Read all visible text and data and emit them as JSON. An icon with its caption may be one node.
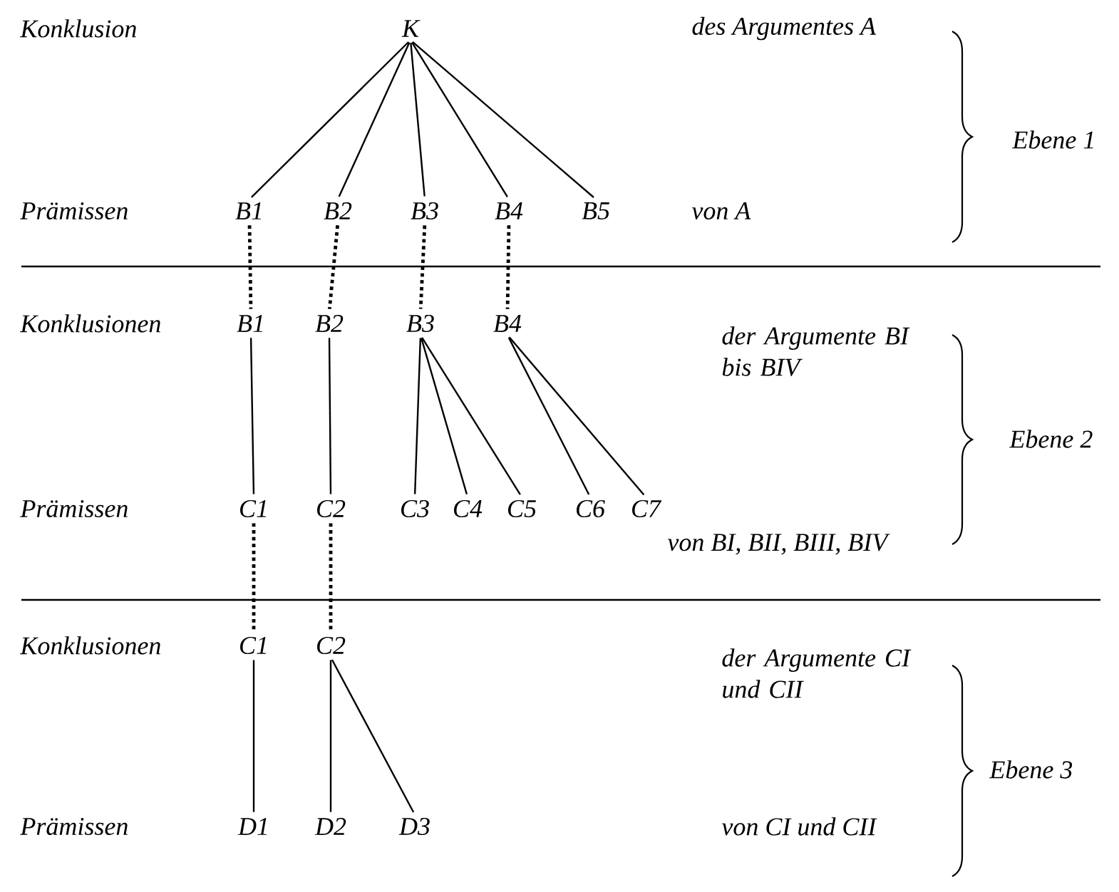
{
  "diagram": {
    "nodes": [
      {
        "text": [
          "K"
        ]
      },
      {
        "text": [
          "B1"
        ]
      },
      {
        "text": [
          "B2"
        ]
      },
      {
        "text": [
          "B3"
        ]
      },
      {
        "text": [
          "B4"
        ]
      },
      {
        "text": [
          "B5"
        ]
      },
      {
        "text": [
          "B1"
        ]
      },
      {
        "text": [
          "B2"
        ]
      },
      {
        "text": [
          "B3"
        ]
      },
      {
        "text": [
          "B4"
        ]
      },
      {
        "text": [
          "C1"
        ]
      },
      {
        "text": [
          "C2"
        ]
      },
      {
        "text": [
          "C3"
        ]
      },
      {
        "text": [
          "C4"
        ]
      },
      {
        "text": [
          "C5"
        ]
      },
      {
        "text": [
          "C6"
        ]
      },
      {
        "text": [
          "C7"
        ]
      },
      {
        "text": [
          "C1"
        ]
      },
      {
        "text": [
          "C2"
        ]
      },
      {
        "text": [
          "D1"
        ]
      },
      {
        "text": [
          "D2"
        ]
      },
      {
        "text": [
          "D3"
        ]
      }
    ],
    "edges": [
      {
        "from": 0,
        "to": 1,
        "arrow": "none"
      },
      {
        "from": 0,
        "to": 2,
        "arrow": "none"
      },
      {
        "from": 0,
        "to": 3,
        "arrow": "none"
      },
      {
        "from": 0,
        "to": 4,
        "arrow": "none"
      },
      {
        "from": 0,
        "to": 5,
        "arrow": "none"
      },
      {
        "from": 1,
        "to": 6,
        "arrow": "none",
        "style": "dashed"
      },
      {
        "from": 2,
        "to": 7,
        "arrow": "none",
        "style": "dashed"
      },
      {
        "from": 3,
        "to": 8,
        "arrow": "none",
        "style": "dashed"
      },
      {
        "from": 4,
        "to": 9,
        "arrow": "none",
        "style": "dashed"
      },
      {
        "from": 6,
        "to": 10,
        "arrow": "none"
      },
      {
        "from": 7,
        "to": 11,
        "arrow": "none"
      },
      {
        "from": 8,
        "to": 12,
        "arrow": "none"
      },
      {
        "from": 8,
        "to": 13,
        "arrow": "none"
      },
      {
        "from": 8,
        "to": 14,
        "arrow": "none"
      },
      {
        "from": 9,
        "to": 15,
        "arrow": "none"
      },
      {
        "from": 9,
        "to": 16,
        "arrow": "none"
      },
      {
        "from": 10,
        "to": 17,
        "arrow": "none",
        "style": "dashed"
      },
      {
        "from": 11,
        "to": 18,
        "arrow": "none",
        "style": "dashed"
      },
      {
        "from": 17,
        "to": 19,
        "arrow": "none"
      },
      {
        "from": 18,
        "to": 20,
        "arrow": "none"
      },
      {
        "from": 18,
        "to": 21,
        "arrow": "none"
      }
    ],
    "labels": [
      "Konklusion",
      "des Argumentes A",
      "Ebene 1",
      "Prämissen",
      "von A",
      "Konklusionen",
      "der Argumente BI bis BIV",
      "Ebene 2",
      "Prämissen",
      "von BI, BII, BIII, BIV",
      "Konklusionen",
      "der Argumente CI und CII",
      "Ebene 3",
      "Prämissen",
      "von CI und CII"
    ]
  }
}
